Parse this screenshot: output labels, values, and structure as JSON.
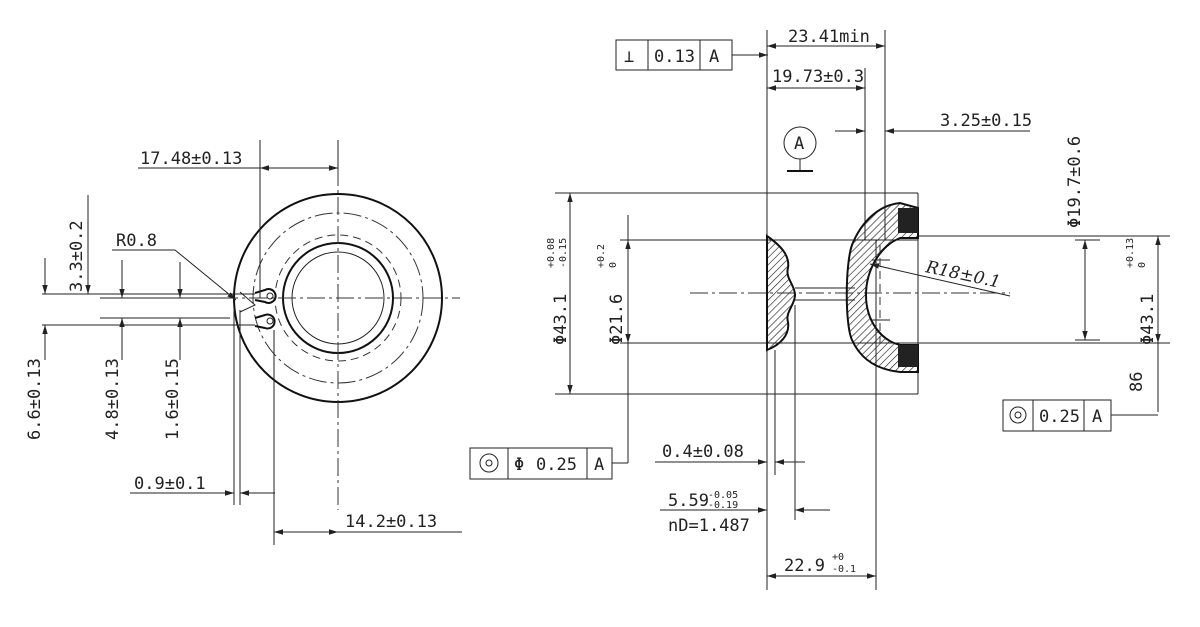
{
  "colors": {
    "ink": "#222222",
    "paper": "#ffffff"
  },
  "left_view": {
    "dim_top": "17.48±0.13",
    "dim_vertical_1": "3.3±0.2",
    "dim_radius": "R0.8",
    "dim_vertical_2": "6.6±0.13",
    "dim_vertical_3": "4.8±0.13",
    "dim_vertical_4": "1.6±0.15",
    "dim_gap": "0.9±0.1",
    "dim_bottom": "14.2±0.13"
  },
  "right_view": {
    "fcf_perp": {
      "symbol": "⊥",
      "tolerance": "0.13",
      "datum": "A"
    },
    "dim_overall": "23.41min",
    "dim_width": "19.73±0.3",
    "datum_label": "A",
    "dim_flange": "3.25±0.15",
    "dim_dia_outer": "Φ43.1",
    "dim_dia_outer_tol_up": "+0.08",
    "dim_dia_outer_tol_lo": "-0.15",
    "dim_dia_inner": "Φ21.6",
    "dim_dia_inner_tol_up": "+0.2",
    "dim_dia_inner_tol_lo": "0",
    "dim_radius": "R18±0.1",
    "dim_dia_right_1": "Φ19.7±0.6",
    "dim_dia_right_2": "Φ43.1",
    "dim_dia_right_2_tol_up": "+0.13",
    "dim_dia_right_2_tol_lo": "0",
    "dim_side": "86",
    "fcf_conc_right": {
      "symbol": "◎",
      "tolerance": "0.25",
      "datum": "A"
    },
    "fcf_conc_left": {
      "symbol": "◎",
      "dia": "Φ",
      "tolerance": "0.25",
      "datum": "A"
    },
    "dim_lens_thk": "0.4±0.08",
    "dim_lens_depth": "5.59",
    "dim_lens_depth_tol_up": "-0.05",
    "dim_lens_depth_tol_lo": "-0.19",
    "dim_index": "nD=1.487",
    "dim_bottom": "22.9",
    "dim_bottom_tol_up": "+0",
    "dim_bottom_tol_lo": "-0.1"
  }
}
